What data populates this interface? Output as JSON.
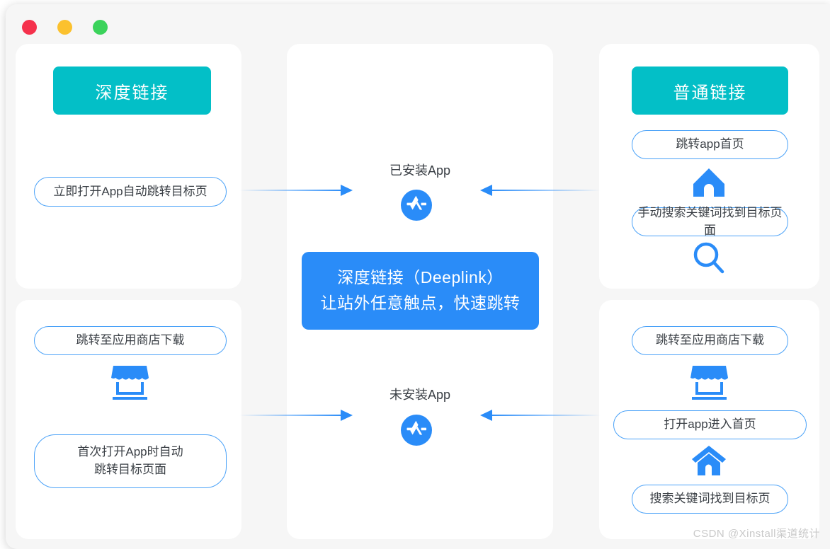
{
  "window": {
    "traffic_lights": [
      {
        "name": "close",
        "color": "#f5314c"
      },
      {
        "name": "minimize",
        "color": "#fbc12e"
      },
      {
        "name": "maximize",
        "color": "#3bd35b"
      }
    ]
  },
  "theme": {
    "teal": "#03bfc7",
    "blue": "#2a8cf8",
    "pill_border": "#4ba2f8",
    "text": "#3a3f45",
    "window_bg": "#f6f6f6",
    "card_bg": "#ffffff"
  },
  "left_column": {
    "header": "深度链接",
    "installed_flow": {
      "step1": "立即打开App自动跳转目标页"
    },
    "not_installed_flow": {
      "step1": "跳转至应用商店下载",
      "icon1": "store-icon",
      "step2": "首次打开App时自动\n跳转目标页面"
    }
  },
  "center_column": {
    "installed_label": "已安装App",
    "not_installed_label": "未安装App",
    "appstore_icon": "appstore-icon",
    "banner_line1": "深度链接（Deeplink）",
    "banner_line2": "让站外任意触点，快速跳转"
  },
  "right_column": {
    "header": "普通链接",
    "installed_flow": {
      "step1": "跳转app首页",
      "icon1": "home-icon",
      "step2": "手动搜索关键词找到目标页面",
      "icon2": "search-icon"
    },
    "not_installed_flow": {
      "step1": "跳转至应用商店下载",
      "icon1": "store-icon",
      "step2": "打开app进入首页",
      "icon2": "home-icon",
      "step3": "搜索关键词找到目标页"
    }
  },
  "watermark": "CSDN @Xinstall渠道统计"
}
